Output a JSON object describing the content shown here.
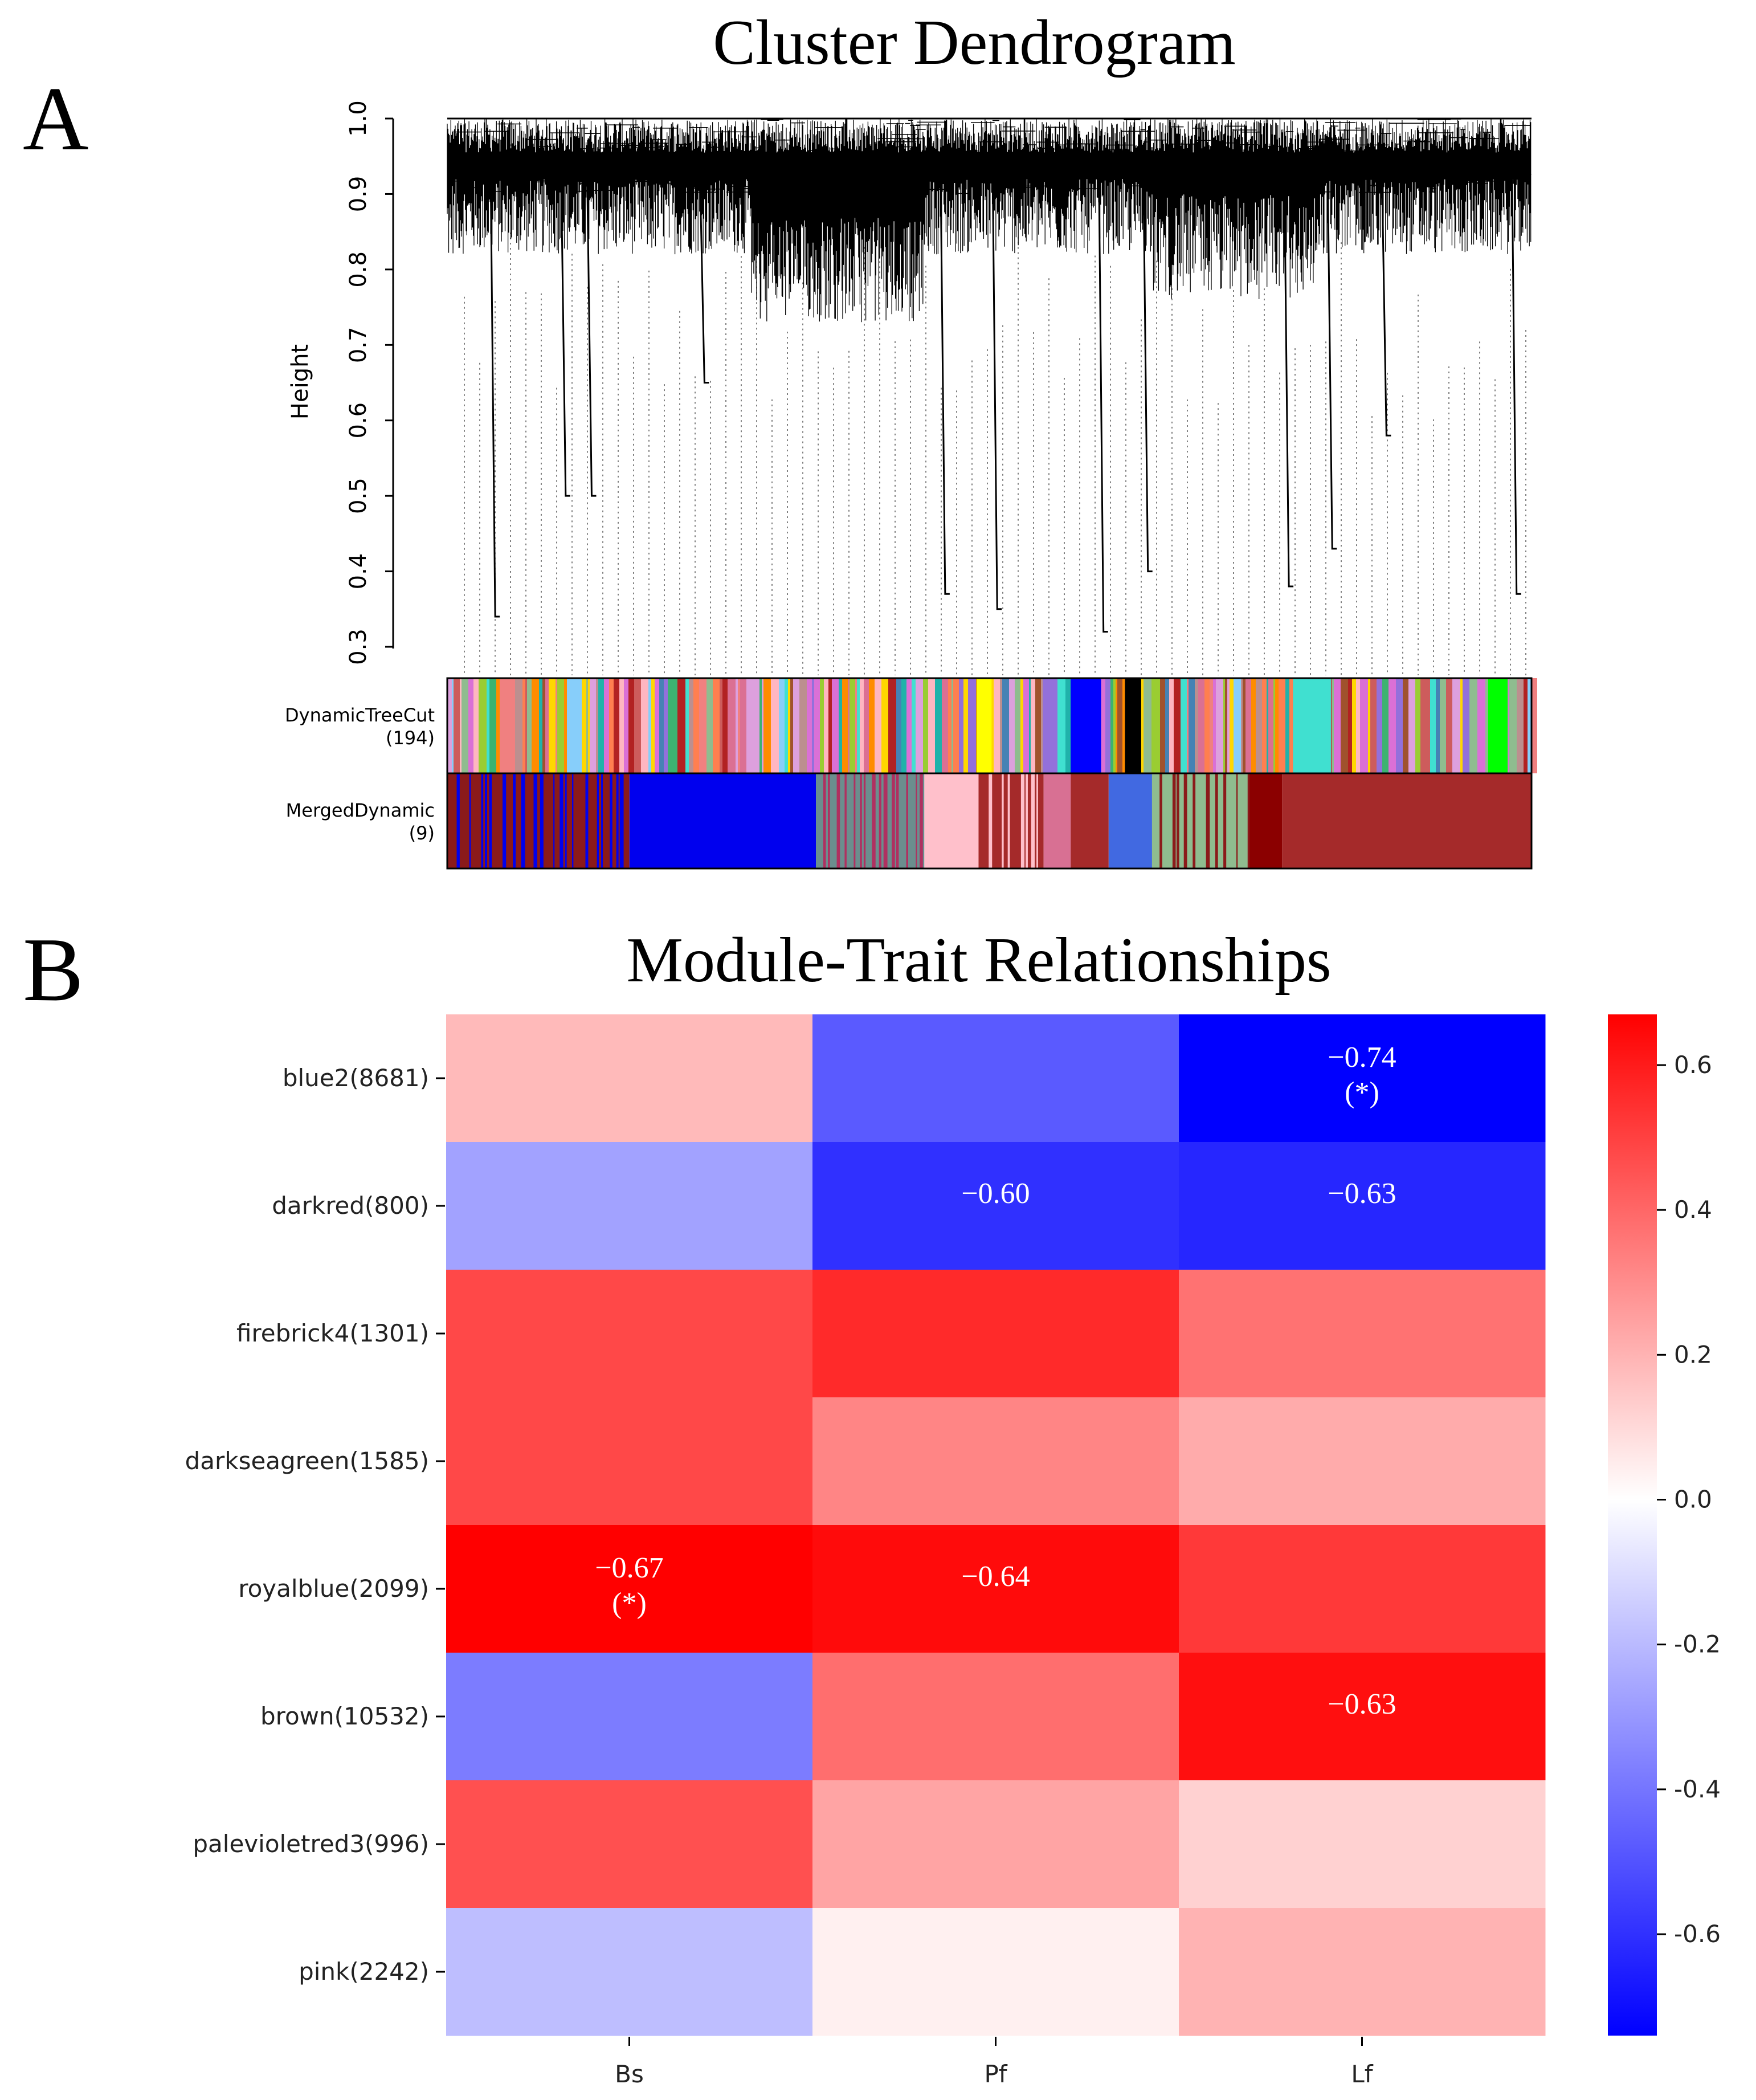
{
  "panels": {
    "a_label": "A",
    "b_label": "B"
  },
  "chart_data": [
    {
      "type": "dendrogram",
      "title": "Cluster Dendrogram",
      "ylabel": "Height",
      "ylim": [
        0.3,
        1.0
      ],
      "yticks": [
        "0.3",
        "0.4",
        "0.5",
        "0.6",
        "0.7",
        "0.8",
        "0.9",
        "1.0"
      ],
      "deep_branch_minimums": [
        0.34,
        0.5,
        0.5,
        0.65,
        0.37,
        0.35,
        0.32,
        0.4,
        0.38,
        0.43,
        0.58,
        0.37
      ],
      "color_rows": [
        {
          "label_line1": "DynamicTreeCut",
          "label_line2": "(194)",
          "palette": [
            "#ff7f50",
            "#da70d6",
            "#8fbc8f",
            "#87cefa",
            "#b22222",
            "#ff8c00",
            "#dda0dd",
            "#40e0d0",
            "#ffb6c1",
            "#cd5c5c",
            "#9370db",
            "#3cb371",
            "#ffd700",
            "#4682b4",
            "#f08080",
            "#9acd32",
            "#bc8f8f",
            "#db7093",
            "#a0522d",
            "#20b2aa"
          ],
          "feature_blocks": [
            {
              "from": 0.488,
              "to": 0.502,
              "color": "#ffff00"
            },
            {
              "from": 0.575,
              "to": 0.603,
              "color": "#0000ff"
            },
            {
              "from": 0.625,
              "to": 0.64,
              "color": "#000000"
            },
            {
              "from": 0.78,
              "to": 0.815,
              "color": "#40e0d0"
            },
            {
              "from": 0.96,
              "to": 0.978,
              "color": "#00ff00"
            }
          ]
        },
        {
          "label_line1": "MergedDynamic",
          "label_line2": "(9)",
          "segments": [
            {
              "from": 0.0,
              "to": 0.168,
              "color": "#8b1a1a",
              "stripes": "#0000ee"
            },
            {
              "from": 0.168,
              "to": 0.34,
              "color": "#0000ee"
            },
            {
              "from": 0.34,
              "to": 0.44,
              "color": "#6b8e8e",
              "stripes": "#b03060"
            },
            {
              "from": 0.44,
              "to": 0.49,
              "color": "#ffc0cb"
            },
            {
              "from": 0.49,
              "to": 0.55,
              "color": "#a52a2a",
              "stripes": "#ffc0cb"
            },
            {
              "from": 0.55,
              "to": 0.575,
              "color": "#d87093"
            },
            {
              "from": 0.575,
              "to": 0.61,
              "color": "#a52a2a"
            },
            {
              "from": 0.61,
              "to": 0.65,
              "color": "#4169e1"
            },
            {
              "from": 0.65,
              "to": 0.74,
              "color": "#8fbc8f",
              "stripes": "#8b1a1a"
            },
            {
              "from": 0.74,
              "to": 0.77,
              "color": "#8b0000"
            },
            {
              "from": 0.77,
              "to": 1.0,
              "color": "#a52a2a"
            }
          ]
        }
      ]
    },
    {
      "type": "heatmap",
      "title": "Module-Trait Relationships",
      "rows": [
        "blue2(8681)",
        "darkred(800)",
        "firebrick4(1301)",
        "darkseagreen(1585)",
        "royalblue(2099)",
        "brown(10532)",
        "palevioletred3(996)",
        "pink(2242)"
      ],
      "columns": [
        "Bs",
        "Pf",
        "Lf"
      ],
      "values": [
        [
          0.18,
          -0.48,
          -0.74
        ],
        [
          -0.27,
          -0.6,
          -0.63
        ],
        [
          0.48,
          0.56,
          0.37
        ],
        [
          0.48,
          0.32,
          0.22
        ],
        [
          0.67,
          0.64,
          0.52
        ],
        [
          -0.38,
          0.38,
          0.63
        ],
        [
          0.46,
          0.24,
          0.12
        ],
        [
          -0.19,
          0.04,
          0.2
        ]
      ],
      "annotations": [
        {
          "row": 0,
          "col": 2,
          "line1": "−0.74",
          "line2": "(*)"
        },
        {
          "row": 1,
          "col": 1,
          "line1": "−0.60",
          "line2": ""
        },
        {
          "row": 1,
          "col": 2,
          "line1": "−0.63",
          "line2": ""
        },
        {
          "row": 4,
          "col": 0,
          "line1": "−0.67",
          "line2": "(*)"
        },
        {
          "row": 4,
          "col": 1,
          "line1": "−0.64",
          "line2": ""
        },
        {
          "row": 5,
          "col": 2,
          "line1": "−0.63",
          "line2": ""
        }
      ],
      "colorbar": {
        "min": -0.74,
        "max": 0.67,
        "colors": [
          "#0000ff",
          "#ffffff",
          "#ff0000"
        ],
        "ticks": [
          "0.6",
          "0.4",
          "0.2",
          "0.0",
          "-0.2",
          "-0.4",
          "-0.6"
        ]
      }
    }
  ]
}
